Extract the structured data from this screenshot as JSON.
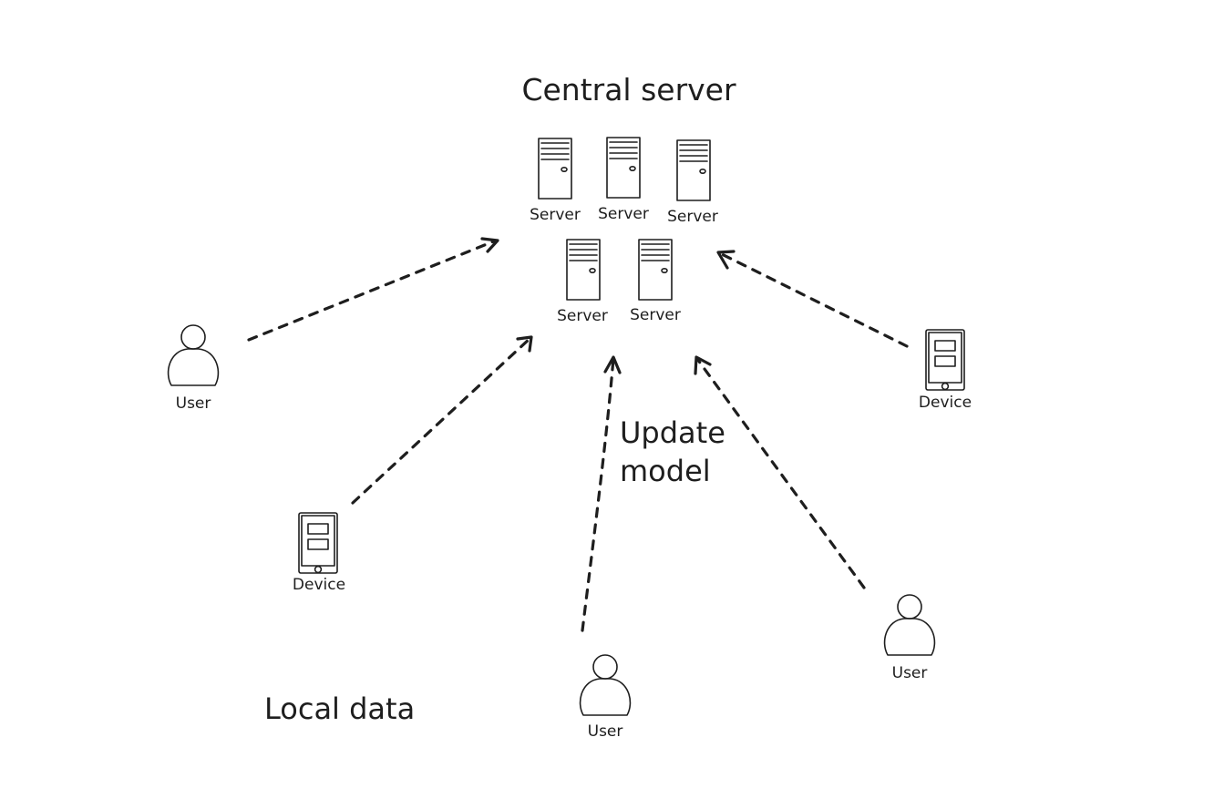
{
  "labels": {
    "central_server": "Central server",
    "update_model": [
      "Update",
      "model"
    ],
    "local_data": "Local data"
  },
  "servers": [
    "Server",
    "Server",
    "Server",
    "Server",
    "Server"
  ],
  "users": [
    "User",
    "User",
    "User"
  ],
  "devices": [
    "Device",
    "Device"
  ],
  "colors": {
    "ink": "#1e1e1e",
    "background": "#ffffff"
  },
  "icons": {
    "server": "server-tower-icon",
    "user": "person-icon",
    "device": "tablet-icon"
  }
}
